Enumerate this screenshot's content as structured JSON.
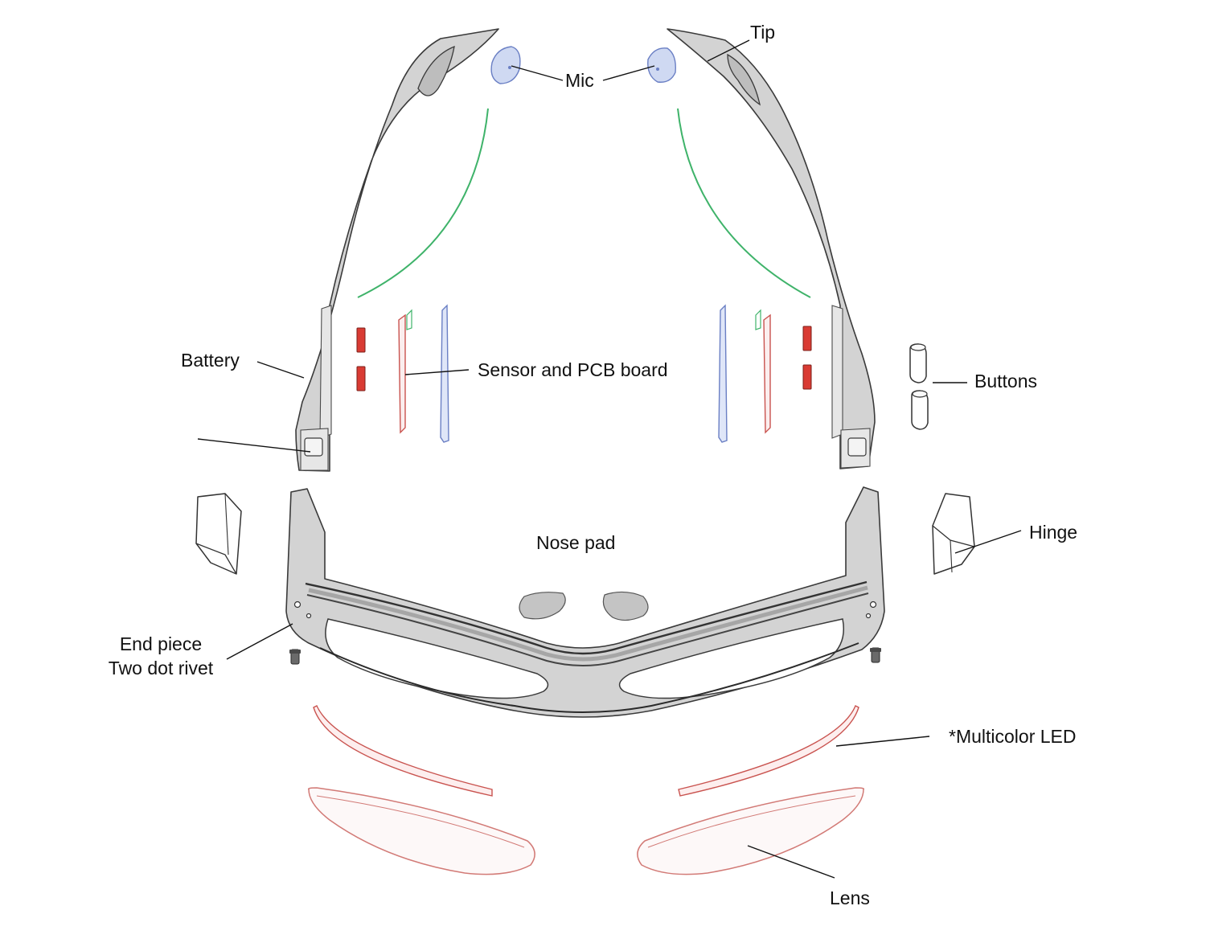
{
  "labels": {
    "tip": "Tip",
    "mic": "Mic",
    "battery": "Battery",
    "sensor_pcb": "Sensor and PCB board",
    "buttons": "Buttons",
    "hinge": "Hinge",
    "nose_pad": "Nose pad",
    "end_piece": "End piece",
    "two_dot_rivet": "Two dot rivet",
    "multicolor_led": "*Multicolor LED",
    "lens": "Lens"
  },
  "colors": {
    "shell": "#d3d3d3",
    "outline": "#333333",
    "mic": "#cfd9f2",
    "wire": "#3fb36a",
    "pcb_red": "#c9534f",
    "pcb_blue": "#6a7fc4",
    "sensor": "#d93b33",
    "lens": "#d27a76"
  }
}
